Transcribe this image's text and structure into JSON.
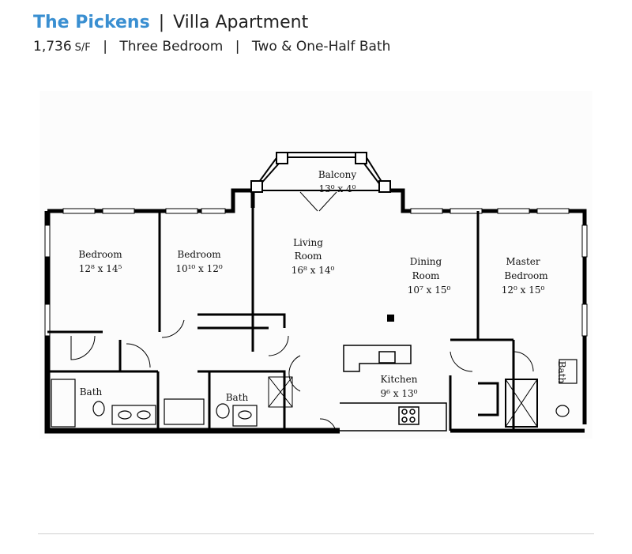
{
  "header": {
    "name": "The Pickens",
    "separator": "|",
    "type": "Villa Apartment",
    "sqft_value": "1,736",
    "sqft_unit": "S/F",
    "sep": "|",
    "bedrooms": "Three Bedroom",
    "baths": "Two & One-Half Bath"
  },
  "rooms": {
    "balcony": {
      "name": "Balcony",
      "dims": "13⁰ x 4⁰"
    },
    "bedroom1": {
      "name": "Bedroom",
      "dims": "12⁸ x 14⁵"
    },
    "bedroom2": {
      "name": "Bedroom",
      "dims": "10¹⁰ x 12⁰"
    },
    "living": {
      "name_line1": "Living",
      "name_line2": "Room",
      "dims": "16⁸ x 14⁰"
    },
    "dining": {
      "name_line1": "Dining",
      "name_line2": "Room",
      "dims": "10⁷ x 15⁰"
    },
    "master": {
      "name_line1": "Master",
      "name_line2": "Bedroom",
      "dims": "12⁰ x 15⁰"
    },
    "kitchen": {
      "name": "Kitchen",
      "dims": "9⁶ x 13⁰"
    },
    "bath1": {
      "name": "Bath"
    },
    "bath2": {
      "name": "Bath"
    },
    "bath3": {
      "name": "Bath"
    }
  },
  "colors": {
    "accent": "#3a8fd1",
    "wall": "#000000"
  }
}
